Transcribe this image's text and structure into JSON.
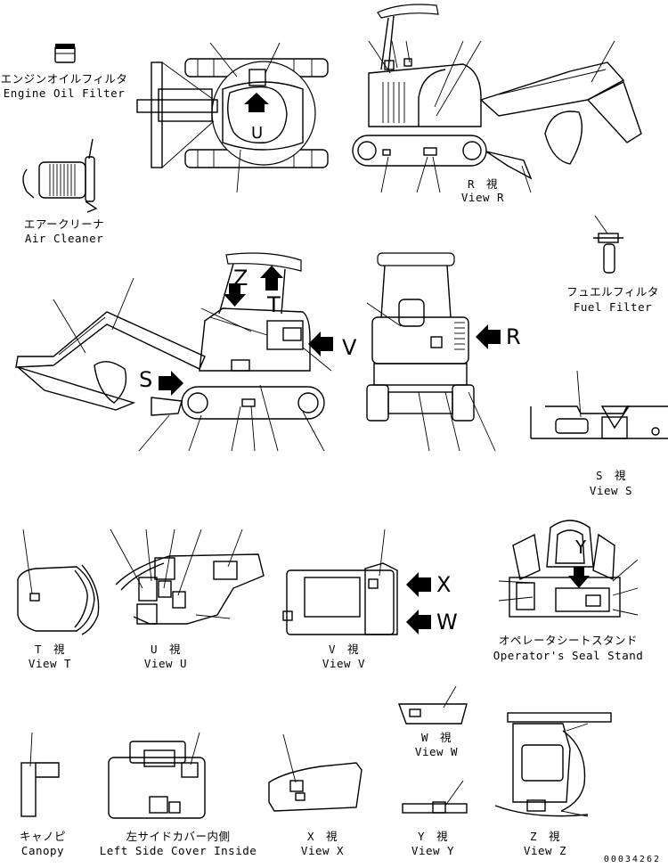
{
  "labels": {
    "engine_oil_filter_jp": "エンジンオイルフィルタ",
    "engine_oil_filter_en": "Engine Oil Filter",
    "air_cleaner_jp": "エアークリーナ",
    "air_cleaner_en": "Air Cleaner",
    "view_r_jp": "R　視",
    "view_r_en": "View R",
    "fuel_filter_jp": "フュエルフィルタ",
    "fuel_filter_en": "Fuel Filter",
    "view_s_jp": "S　視",
    "view_s_en": "View S",
    "view_t_jp": "T　視",
    "view_t_en": "View T",
    "view_u_jp": "U　視",
    "view_u_en": "View U",
    "view_v_jp": "V　視",
    "view_v_en": "View V",
    "seat_stand_jp": "オペレータシートスタンド",
    "seat_stand_en": "Operator's Seal Stand",
    "view_w_jp": "W　視",
    "view_w_en": "View W",
    "canopy_jp": "キャノピ",
    "canopy_en": "Canopy",
    "left_cover_jp": "左サイドカバー内側",
    "left_cover_en": "Left Side Cover Inside",
    "view_x_jp": "X　視",
    "view_x_en": "View X",
    "view_y_jp": "Y　視",
    "view_y_en": "View Y",
    "view_z_jp": "Z　視",
    "view_z_en": "View Z"
  },
  "view_letters": {
    "z": "Z",
    "t": "T",
    "v": "V",
    "s": "S",
    "r": "R",
    "x": "X",
    "w": "W",
    "u": "U",
    "y": "Y"
  },
  "document_number": "00034262"
}
